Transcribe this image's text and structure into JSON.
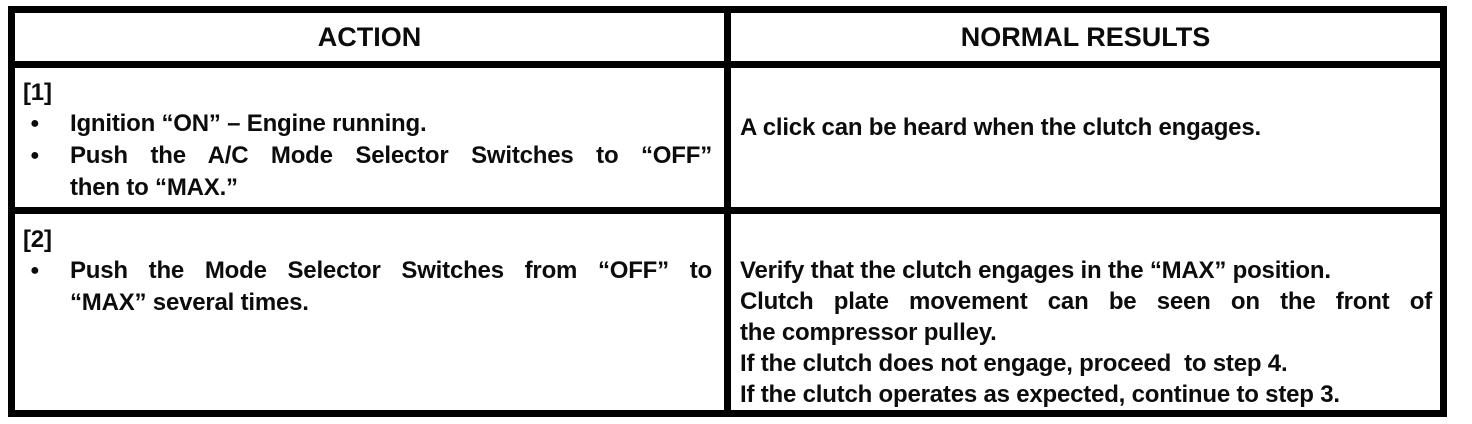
{
  "colors": {
    "border": "#000000",
    "background": "#ffffff",
    "text": "#0c0c0c"
  },
  "table": {
    "bullet_glyph": "●",
    "header": {
      "action": "ACTION",
      "results": "NORMAL RESULTS"
    },
    "rows": [
      {
        "step_label": "[1]",
        "action_bullets": [
          {
            "lines": [
              "Ignition “ON” – Engine running."
            ]
          },
          {
            "lines": [
              "Push the A/C Mode Selector Switches to “OFF”",
              "then to “MAX.”"
            ]
          }
        ],
        "result_lines": [
          "A click can be heard when the clutch engages."
        ]
      },
      {
        "step_label": "[2]",
        "action_bullets": [
          {
            "lines": [
              "Push the Mode Selector Switches from “OFF” to",
              "“MAX” several times."
            ]
          }
        ],
        "result_lines": [
          "Verify that the clutch engages in the “MAX” position.",
          "Clutch plate movement can be seen on the front of",
          "the compressor pulley.",
          "If the clutch does not engage, proceed  to step 4.",
          "If the clutch operates as expected, continue to step 3."
        ]
      }
    ]
  }
}
